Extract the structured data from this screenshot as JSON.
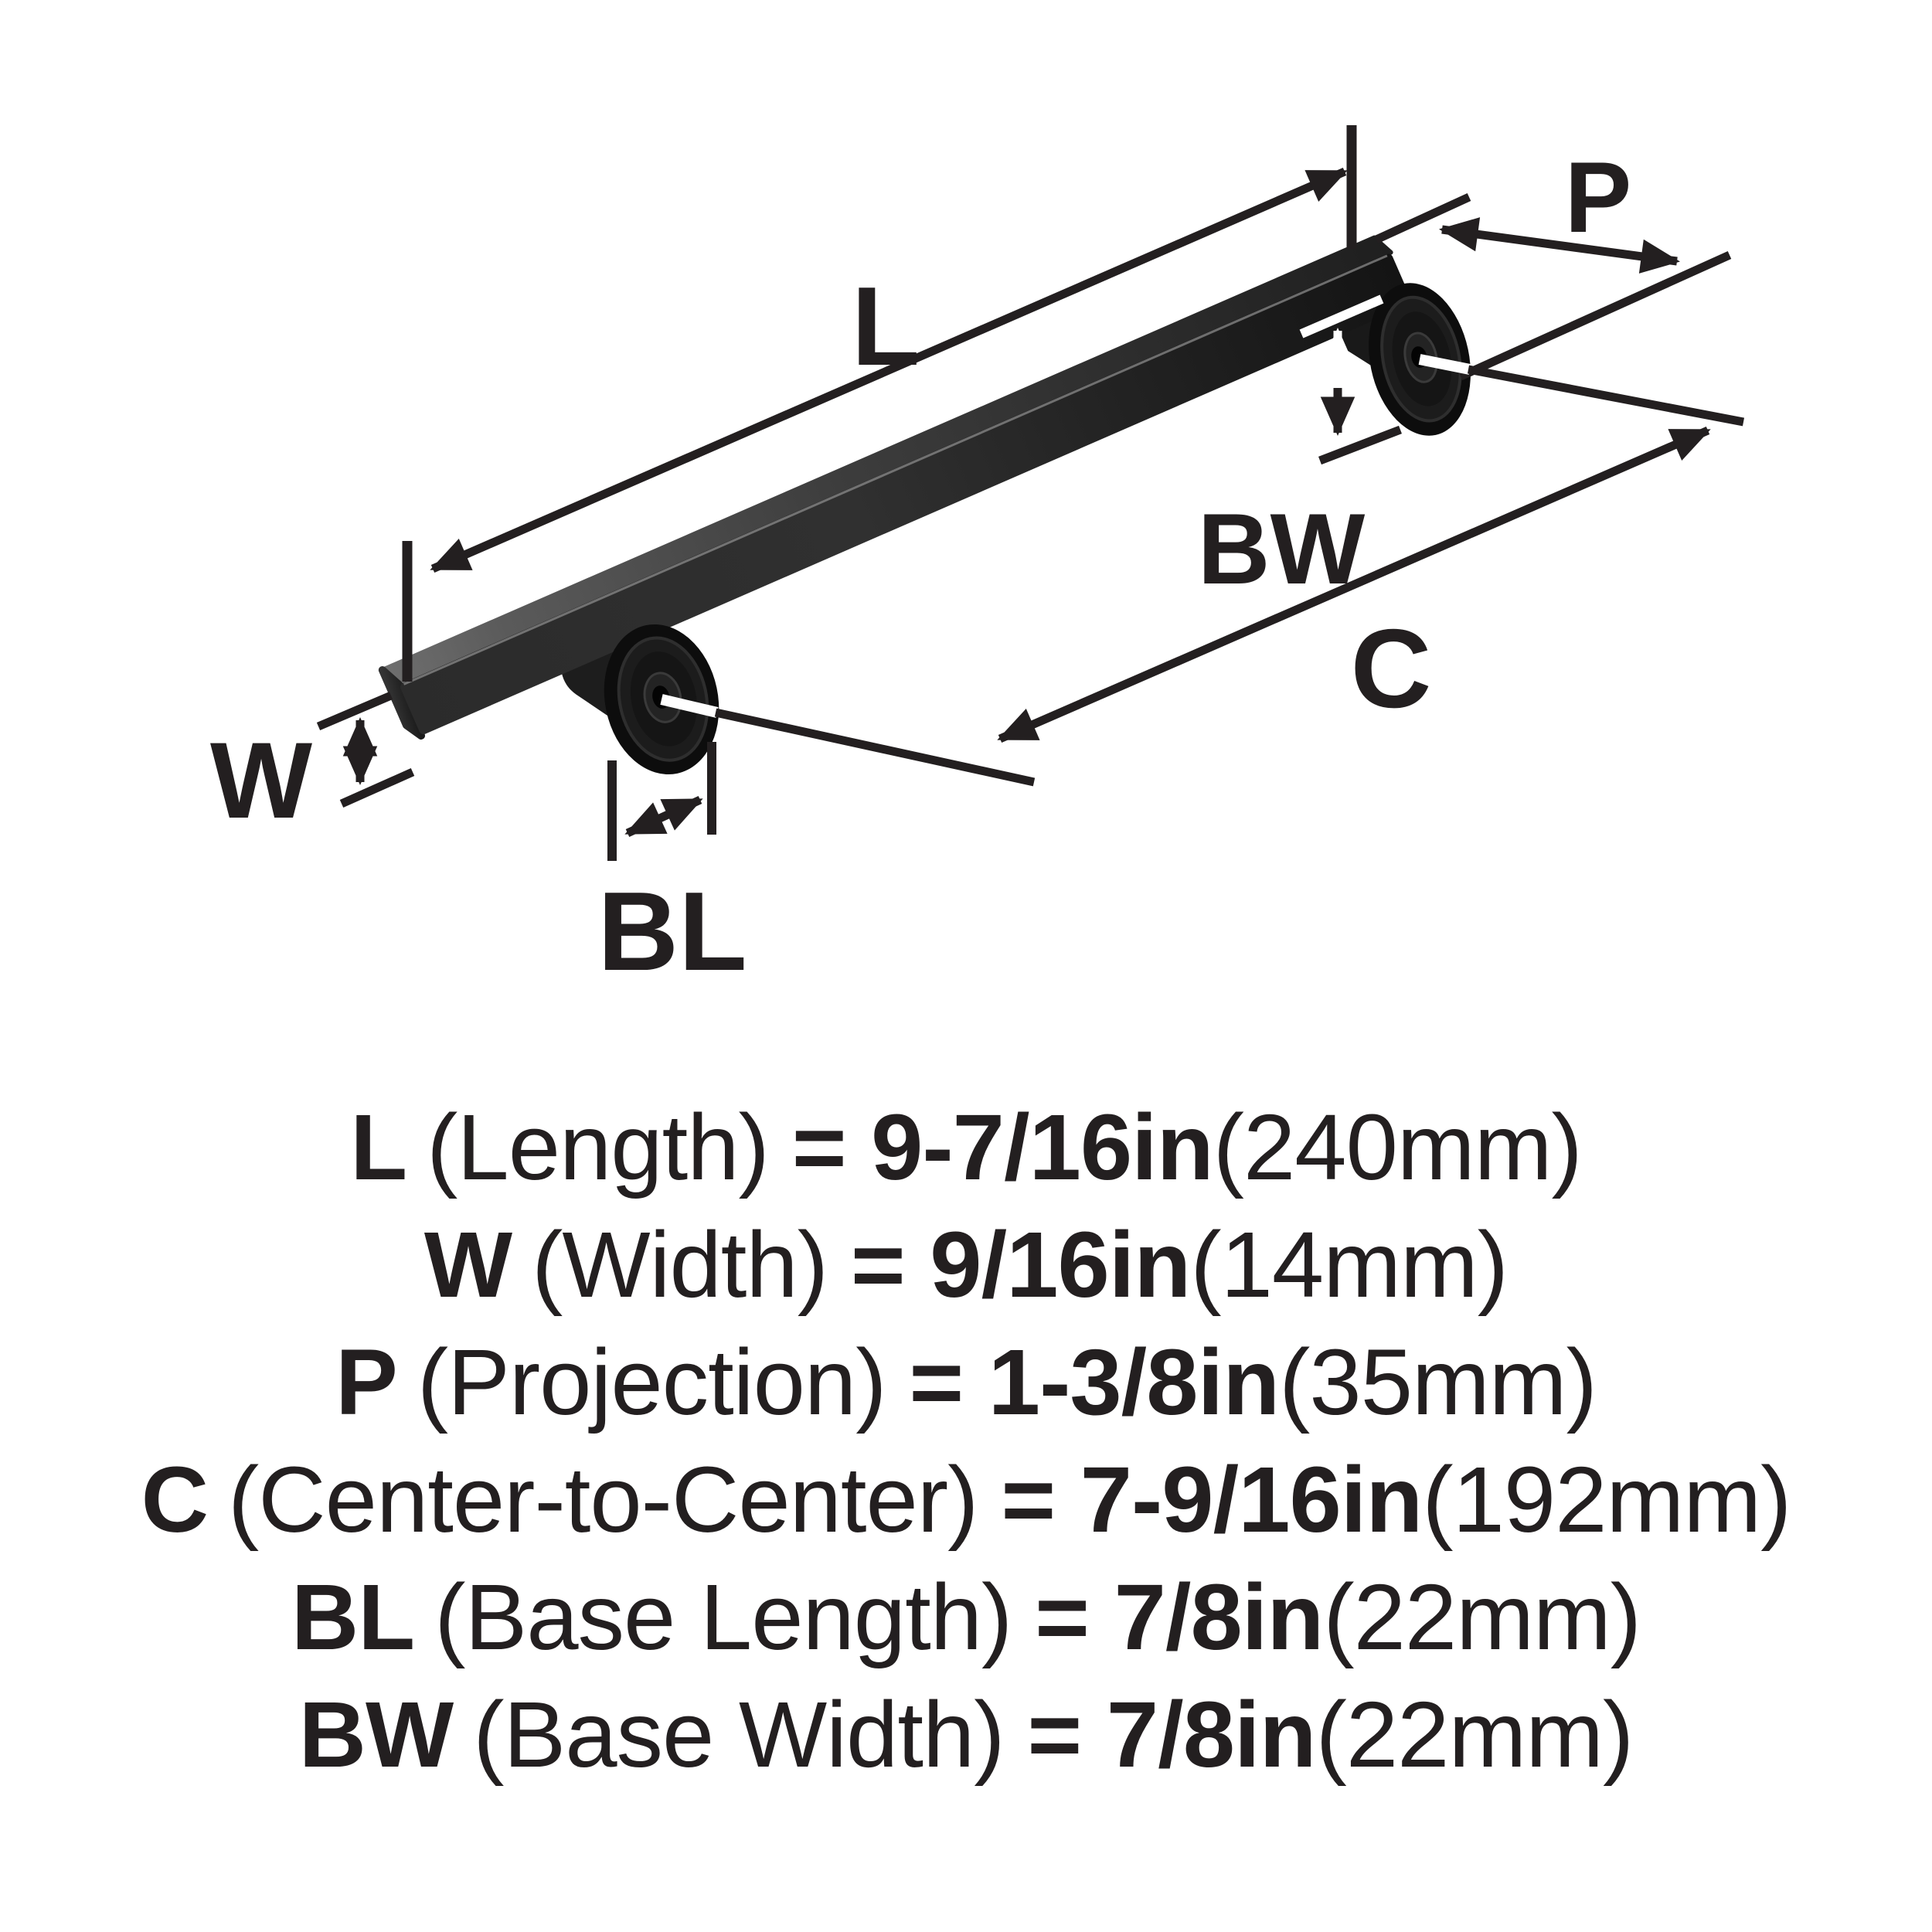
{
  "diagram": {
    "labels": {
      "length": "L",
      "projection": "P",
      "base_width": "BW",
      "center_to_center": "C",
      "width": "W",
      "base_length": "BL"
    }
  },
  "specs": [
    {
      "code": "L",
      "name": "(Length)",
      "value": "= 9-7/16in",
      "metric": "(240mm)"
    },
    {
      "code": "W",
      "name": "(Width)",
      "value": "= 9/16in",
      "metric": "(14mm)"
    },
    {
      "code": "P",
      "name": "(Projection)",
      "value": "= 1-3/8in",
      "metric": "(35mm)"
    },
    {
      "code": "C",
      "name": "(Center-to-Center)",
      "value": "= 7-9/16in",
      "metric": "(192mm)"
    },
    {
      "code": "BL",
      "name": "(Base Length)",
      "value": "= 7/8in",
      "metric": "(22mm)"
    },
    {
      "code": "BW",
      "name": "(Base Width)",
      "value": "= 7/8in",
      "metric": "(22mm)"
    }
  ],
  "colors": {
    "ink": "#231f20",
    "background": "#ffffff",
    "bar_front_dark": "#161616",
    "bar_top_light": "#8f8f8f",
    "flange_dark": "#101010",
    "leader_white": "#ffffff"
  }
}
